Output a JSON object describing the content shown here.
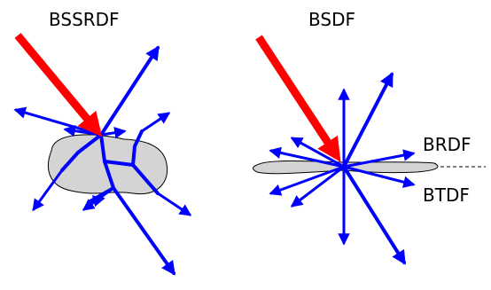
{
  "labels": {
    "left_title": "BSSRDF",
    "right_title": "BSDF",
    "reflection": "BRDF",
    "transmission": "BTDF"
  },
  "colors": {
    "incident": "#ff0000",
    "scatter": "#0000ff",
    "material_fill": "#d4d4d4",
    "outline": "#000000"
  }
}
